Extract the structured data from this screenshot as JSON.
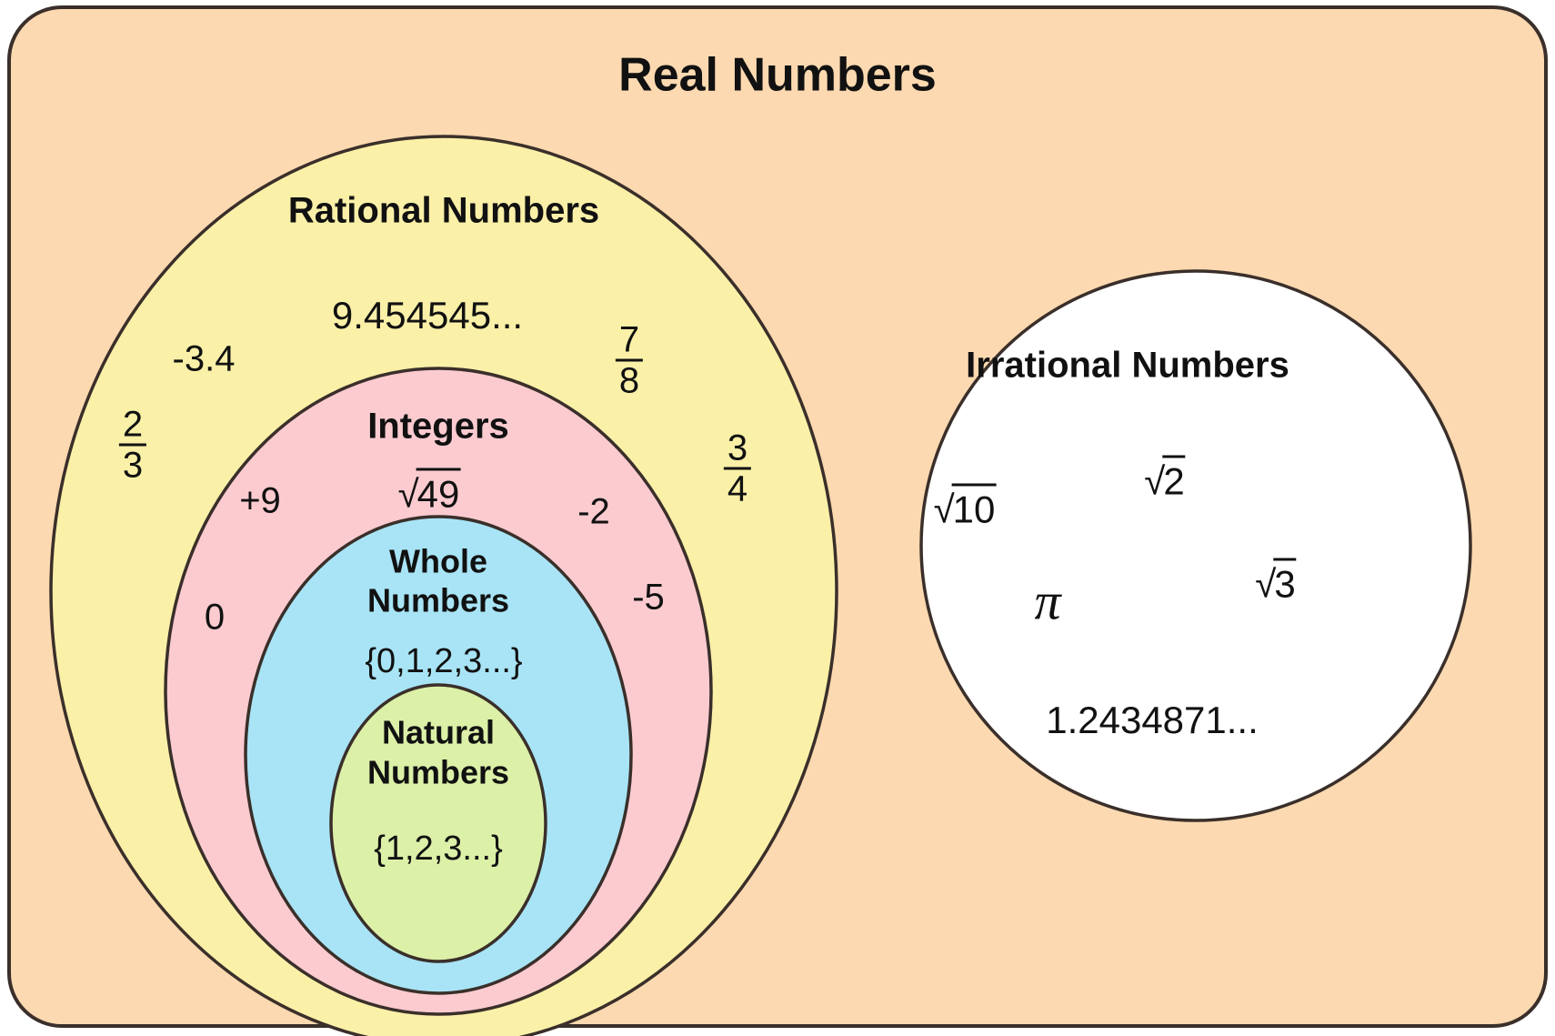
{
  "diagram": {
    "title": "Real Numbers",
    "type": "nested-set-venn-diagram",
    "colors": {
      "real_fill": "#FCD9B0",
      "rational_fill": "#FAF0A8",
      "integers_fill": "#FBCBD0",
      "whole_fill": "#A8E4F5",
      "natural_fill": "#DCF0A8",
      "irrational_fill": "#FFFFFF",
      "stroke": "#3A2F2A",
      "text": "#111111"
    },
    "sets": {
      "real": {
        "label": "Real Numbers"
      },
      "rational": {
        "label": "Rational Numbers",
        "members": [
          {
            "text": "9.454545...",
            "kind": "decimal"
          },
          {
            "text": "-3.4",
            "kind": "decimal"
          },
          {
            "numerator": "7",
            "denominator": "8",
            "kind": "fraction"
          },
          {
            "numerator": "2",
            "denominator": "3",
            "kind": "fraction"
          },
          {
            "numerator": "3",
            "denominator": "4",
            "kind": "fraction"
          }
        ]
      },
      "integers": {
        "label": "Integers",
        "members": [
          {
            "text": "+9",
            "kind": "integer"
          },
          {
            "radicand": "49",
            "kind": "radical"
          },
          {
            "text": "-2",
            "kind": "integer"
          },
          {
            "text": "-5",
            "kind": "integer"
          },
          {
            "text": "0",
            "kind": "integer"
          }
        ]
      },
      "whole": {
        "label_line1": "Whole",
        "label_line2": "Numbers",
        "set_notation": "{0,1,2,3...}"
      },
      "natural": {
        "label_line1": "Natural",
        "label_line2": "Numbers",
        "set_notation": "{1,2,3...}"
      },
      "irrational": {
        "label": "Irrational Numbers",
        "members": [
          {
            "radicand": "10",
            "kind": "radical"
          },
          {
            "radicand": "2",
            "kind": "radical"
          },
          {
            "radicand": "3",
            "kind": "radical"
          },
          {
            "text": "π",
            "kind": "constant"
          },
          {
            "text": "1.2434871...",
            "kind": "decimal"
          }
        ]
      }
    }
  }
}
